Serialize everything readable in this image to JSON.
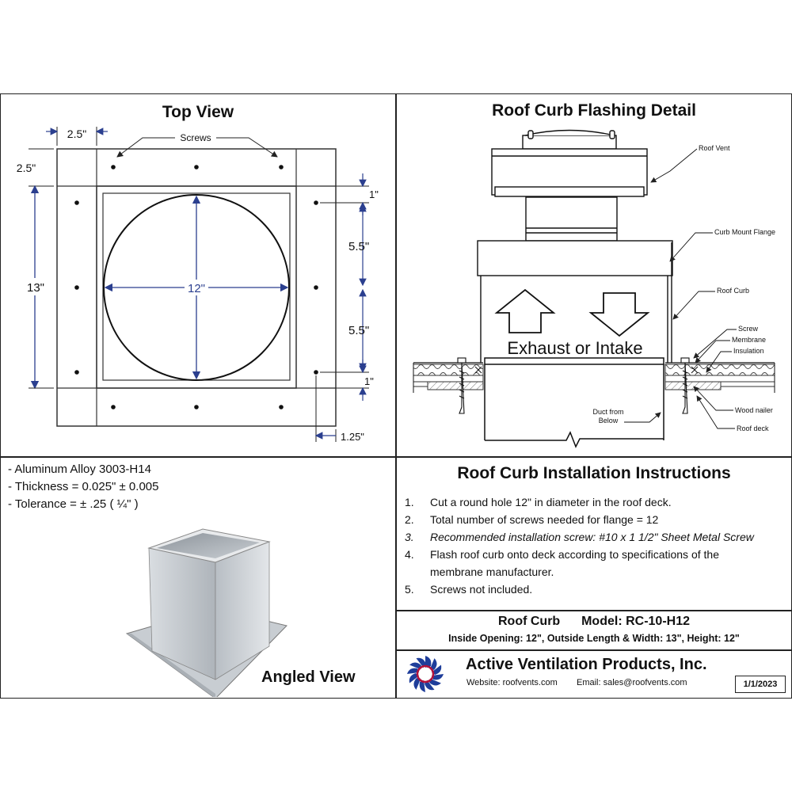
{
  "top_view": {
    "title": "Top View",
    "screws_label": "Screws",
    "dim_flange_w": "2.5\"",
    "dim_flange_h": "2.5\"",
    "dim_side": "13\"",
    "dim_diameter": "12\"",
    "dim_1a": "1\"",
    "dim_55a": "5.5\"",
    "dim_55b": "5.5\"",
    "dim_1b": "1\"",
    "dim_125": "1.25\""
  },
  "flashing": {
    "title": "Roof Curb Flashing Detail",
    "airflow_label": "Exhaust or Intake",
    "callouts": {
      "roof_vent": "Roof Vent",
      "curb_mount_flange": "Curb Mount Flange",
      "roof_curb": "Roof Curb",
      "screw": "Screw",
      "membrane": "Membrane",
      "insulation": "Insulation",
      "wood_nailer": "Wood nailer",
      "roof_deck": "Roof deck",
      "duct_line1": "Duct from",
      "duct_line2": "Below"
    }
  },
  "specs": {
    "material": "- Aluminum Alloy 3003-H14",
    "thickness": "- Thickness = 0.025\" ± 0.005",
    "tolerance": "- Tolerance =  ± .25 ( ¼\" )",
    "angled_view_label": "Angled View"
  },
  "instructions": {
    "title": "Roof Curb Installation Instructions",
    "steps": [
      {
        "num": "1.",
        "text": "Cut a round hole 12\" in diameter in the roof deck."
      },
      {
        "num": "2.",
        "text": "Total number of screws needed for flange = 12"
      },
      {
        "num": "3.",
        "text": "Recommended installation screw: #10 x 1 1/2\" Sheet Metal Screw"
      },
      {
        "num": "4.",
        "text": "Flash roof curb onto deck according to specifications of the"
      },
      {
        "num": "",
        "text": "membrane manufacturer."
      },
      {
        "num": "5.",
        "text": "Screws not included."
      }
    ]
  },
  "model": {
    "product": "Roof Curb",
    "model_text": "Model: RC-10-H12",
    "dimensions": "Inside Opening: 12\",  Outside Length & Width: 13\",  Height: 12\""
  },
  "company": {
    "name": "Active Ventilation Products, Inc.",
    "website": "Website:  roofvents.com",
    "email": "Email:  sales@roofvents.com",
    "date": "1/1/2023"
  },
  "colors": {
    "dimension_blue": "#2b3f8f",
    "logo_blue": "#1e3d9a",
    "logo_red": "#b3123a"
  }
}
